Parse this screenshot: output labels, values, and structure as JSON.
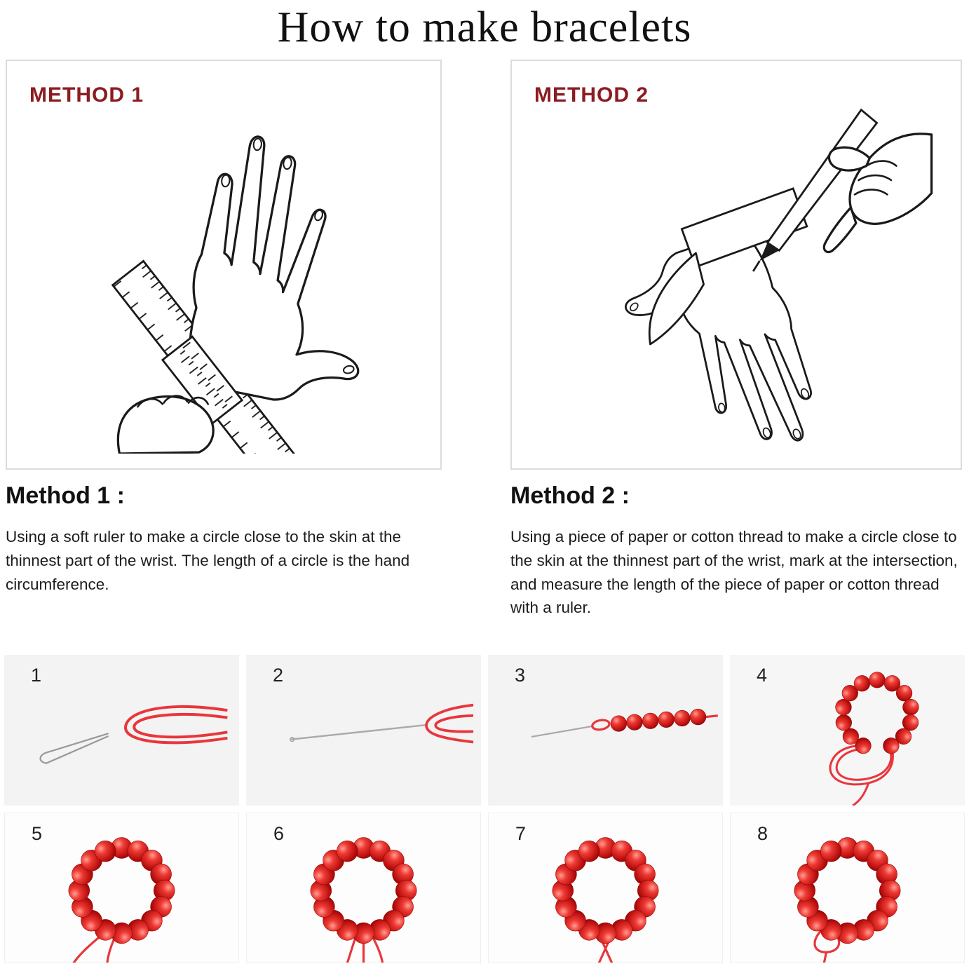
{
  "title": "How to make bracelets",
  "methods": [
    {
      "label": "METHOD 1",
      "heading": "Method 1 :",
      "description": "Using a soft ruler to make a circle close to the skin at the thinnest part of the wrist. The length of a circle is the hand circumference."
    },
    {
      "label": "METHOD 2",
      "heading": "Method 2 :",
      "description": "Using a piece of paper or cotton thread to make a circle close to the skin at the thinnest part of the wrist, mark at the intersection, and measure the length of the piece of paper or cotton thread with a ruler."
    }
  ],
  "steps": [
    {
      "number": "1"
    },
    {
      "number": "2"
    },
    {
      "number": "3"
    },
    {
      "number": "4"
    },
    {
      "number": "5"
    },
    {
      "number": "6"
    },
    {
      "number": "7"
    },
    {
      "number": "8"
    }
  ],
  "colors": {
    "accent_dark_red": "#8b1c20",
    "thread_red": "#e8363c",
    "bead_red": "#d81f1f",
    "line_ink": "#1a1a1a",
    "panel_border": "#dcdcdc",
    "cell_gray": "#f3f3f3"
  }
}
